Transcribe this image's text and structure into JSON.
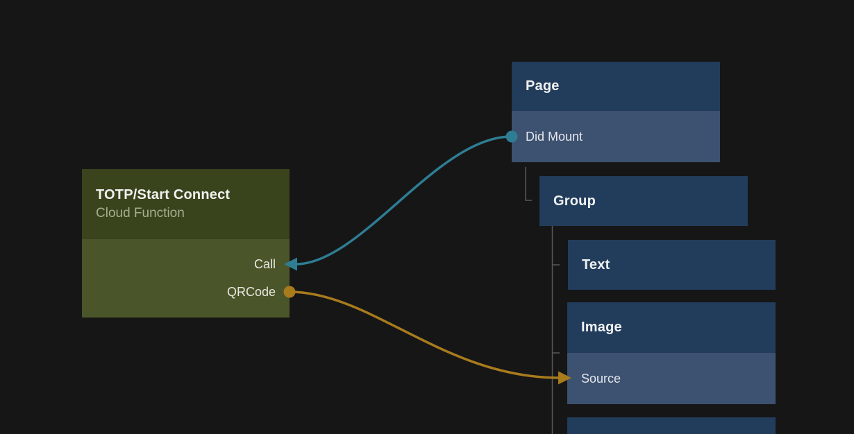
{
  "nodes": {
    "cloud_function": {
      "title": "TOTP/Start Connect",
      "subtitle": "Cloud Function",
      "outputs": [
        {
          "label": "Call"
        },
        {
          "label": "QRCode"
        }
      ]
    },
    "page": {
      "title": "Page",
      "events": [
        {
          "label": "Did Mount"
        }
      ]
    },
    "group": {
      "title": "Group"
    },
    "text": {
      "title": "Text"
    },
    "image": {
      "title": "Image",
      "inputs": [
        {
          "label": "Source"
        }
      ]
    }
  },
  "connections": [
    {
      "name": "page-didmount-to-function-call",
      "from_node": "Page",
      "from_port": "Did Mount",
      "to_node": "TOTP/Start Connect",
      "to_port": "Call",
      "color": "#2e7d93"
    },
    {
      "name": "function-qrcode-to-image-source",
      "from_node": "TOTP/Start Connect",
      "from_port": "QRCode",
      "to_node": "Image",
      "to_port": "Source",
      "color": "#a87b1d"
    }
  ],
  "colors": {
    "background": "#161616",
    "node_blue_header": "#223c5c",
    "node_blue_row": "#3d5170",
    "node_green_header": "#39441c",
    "node_green_body": "#4b552a",
    "tree_line": "#58585a"
  }
}
